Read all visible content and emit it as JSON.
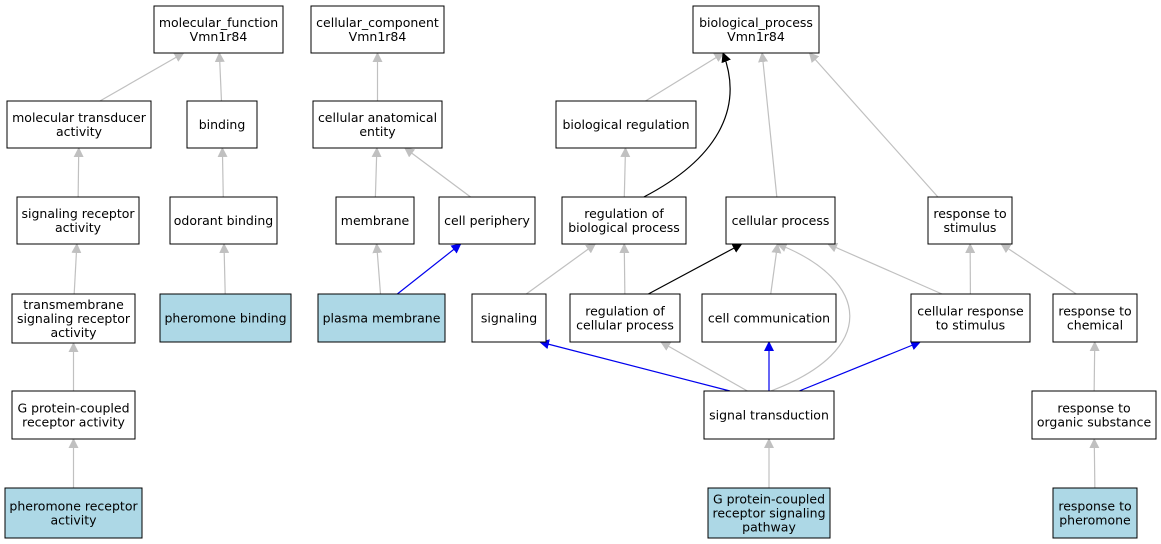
{
  "colors": {
    "node_fill": "#ffffff",
    "highlight_fill": "#add8e6",
    "edge_gray": "#c0c0c0",
    "edge_black": "#000000",
    "edge_blue": "#0000ee"
  },
  "nodes": [
    {
      "id": "mf",
      "lines": [
        "molecular_function",
        "Vmn1r84"
      ],
      "highlight": false
    },
    {
      "id": "cc",
      "lines": [
        "cellular_component",
        "Vmn1r84"
      ],
      "highlight": false
    },
    {
      "id": "bp",
      "lines": [
        "biological_process",
        "Vmn1r84"
      ],
      "highlight": false
    },
    {
      "id": "mta",
      "lines": [
        "molecular transducer",
        "activity"
      ],
      "highlight": false
    },
    {
      "id": "bind",
      "lines": [
        "binding"
      ],
      "highlight": false
    },
    {
      "id": "cae",
      "lines": [
        "cellular anatomical",
        "entity"
      ],
      "highlight": false
    },
    {
      "id": "breg",
      "lines": [
        "biological regulation"
      ],
      "highlight": false
    },
    {
      "id": "sra",
      "lines": [
        "signaling receptor",
        "activity"
      ],
      "highlight": false
    },
    {
      "id": "ob",
      "lines": [
        "odorant binding"
      ],
      "highlight": false
    },
    {
      "id": "mem",
      "lines": [
        "membrane"
      ],
      "highlight": false
    },
    {
      "id": "cper",
      "lines": [
        "cell periphery"
      ],
      "highlight": false
    },
    {
      "id": "rbp",
      "lines": [
        "regulation of",
        "biological process"
      ],
      "highlight": false
    },
    {
      "id": "cp",
      "lines": [
        "cellular process"
      ],
      "highlight": false
    },
    {
      "id": "rts",
      "lines": [
        "response to",
        "stimulus"
      ],
      "highlight": false
    },
    {
      "id": "tsra",
      "lines": [
        "transmembrane",
        "signaling receptor",
        "activity"
      ],
      "highlight": false
    },
    {
      "id": "pb",
      "lines": [
        "pheromone binding"
      ],
      "highlight": true
    },
    {
      "id": "pm",
      "lines": [
        "plasma membrane"
      ],
      "highlight": true
    },
    {
      "id": "sig",
      "lines": [
        "signaling"
      ],
      "highlight": false
    },
    {
      "id": "rcp",
      "lines": [
        "regulation of",
        "cellular process"
      ],
      "highlight": false
    },
    {
      "id": "cc2",
      "lines": [
        "cell communication"
      ],
      "highlight": false
    },
    {
      "id": "crs",
      "lines": [
        "cellular response",
        "to stimulus"
      ],
      "highlight": false
    },
    {
      "id": "rtc",
      "lines": [
        "response to",
        "chemical"
      ],
      "highlight": false
    },
    {
      "id": "gpcra",
      "lines": [
        "G protein-coupled",
        "receptor activity"
      ],
      "highlight": false
    },
    {
      "id": "st",
      "lines": [
        "signal transduction"
      ],
      "highlight": false
    },
    {
      "id": "ros",
      "lines": [
        "response to",
        "organic substance"
      ],
      "highlight": false
    },
    {
      "id": "pra",
      "lines": [
        "pheromone receptor",
        "activity"
      ],
      "highlight": true
    },
    {
      "id": "gpcrsp",
      "lines": [
        "G protein-coupled",
        "receptor signaling",
        "pathway"
      ],
      "highlight": true
    },
    {
      "id": "rtp",
      "lines": [
        "response to",
        "pheromone"
      ],
      "highlight": true
    }
  ],
  "edges": [
    {
      "from": "mta",
      "to": "mf",
      "color": "gray"
    },
    {
      "from": "bind",
      "to": "mf",
      "color": "gray"
    },
    {
      "from": "sra",
      "to": "mta",
      "color": "gray"
    },
    {
      "from": "ob",
      "to": "bind",
      "color": "gray"
    },
    {
      "from": "tsra",
      "to": "sra",
      "color": "gray"
    },
    {
      "from": "pb",
      "to": "ob",
      "color": "gray"
    },
    {
      "from": "gpcra",
      "to": "tsra",
      "color": "gray"
    },
    {
      "from": "pra",
      "to": "gpcra",
      "color": "gray"
    },
    {
      "from": "cae",
      "to": "cc",
      "color": "gray"
    },
    {
      "from": "mem",
      "to": "cae",
      "color": "gray"
    },
    {
      "from": "cper",
      "to": "cae",
      "color": "gray"
    },
    {
      "from": "pm",
      "to": "mem",
      "color": "gray"
    },
    {
      "from": "pm",
      "to": "cper",
      "color": "blue"
    },
    {
      "from": "breg",
      "to": "bp",
      "color": "gray"
    },
    {
      "from": "rbp",
      "to": "bp",
      "color": "black"
    },
    {
      "from": "cp",
      "to": "bp",
      "color": "gray"
    },
    {
      "from": "rts",
      "to": "bp",
      "color": "gray"
    },
    {
      "from": "rbp",
      "to": "breg",
      "color": "gray"
    },
    {
      "from": "sig",
      "to": "rbp",
      "color": "gray"
    },
    {
      "from": "rcp",
      "to": "rbp",
      "color": "gray"
    },
    {
      "from": "rcp",
      "to": "cp",
      "color": "black"
    },
    {
      "from": "cc2",
      "to": "cp",
      "color": "gray"
    },
    {
      "from": "crs",
      "to": "cp",
      "color": "gray"
    },
    {
      "from": "st",
      "to": "cp",
      "color": "gray"
    },
    {
      "from": "crs",
      "to": "rts",
      "color": "gray"
    },
    {
      "from": "rtc",
      "to": "rts",
      "color": "gray"
    },
    {
      "from": "st",
      "to": "sig",
      "color": "blue"
    },
    {
      "from": "st",
      "to": "rcp",
      "color": "gray"
    },
    {
      "from": "st",
      "to": "cc2",
      "color": "blue"
    },
    {
      "from": "st",
      "to": "crs",
      "color": "blue"
    },
    {
      "from": "gpcrsp",
      "to": "st",
      "color": "gray"
    },
    {
      "from": "ros",
      "to": "rtc",
      "color": "gray"
    },
    {
      "from": "rtp",
      "to": "ros",
      "color": "gray"
    }
  ]
}
